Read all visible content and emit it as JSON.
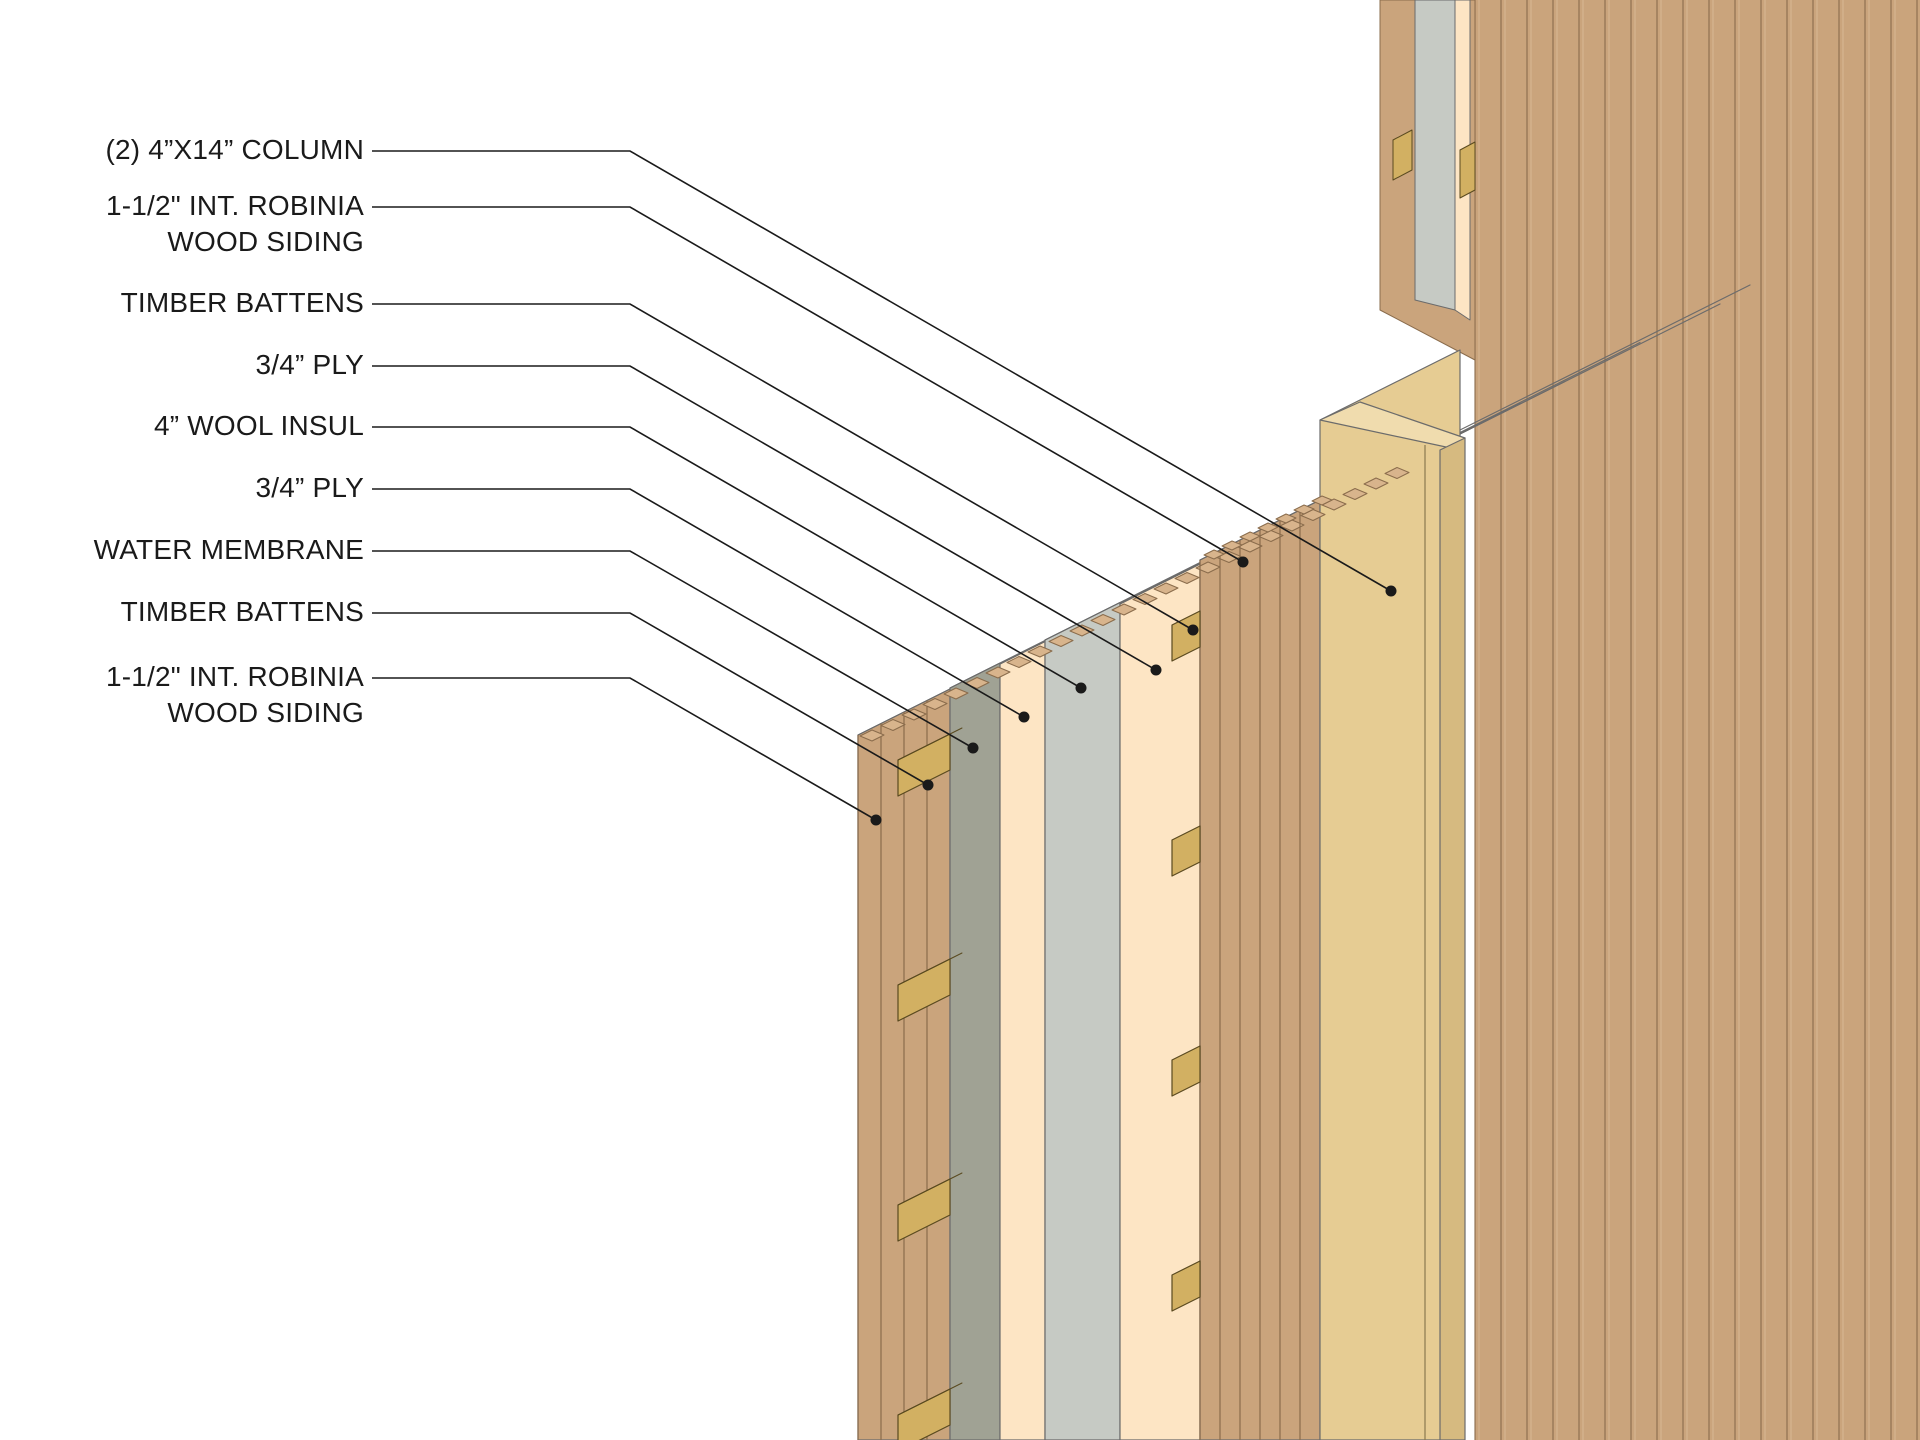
{
  "labels": [
    {
      "lines": [
        "(2) 4”X14” COLUMN"
      ]
    },
    {
      "lines": [
        "1-1/2\" INT. ROBINIA",
        "WOOD SIDING"
      ]
    },
    {
      "lines": [
        "TIMBER BATTENS"
      ]
    },
    {
      "lines": [
        "3/4” PLY"
      ]
    },
    {
      "lines": [
        "4” WOOL INSUL"
      ]
    },
    {
      "lines": [
        "3/4” PLY"
      ]
    },
    {
      "lines": [
        "WATER MEMBRANE"
      ]
    },
    {
      "lines": [
        "TIMBER BATTENS"
      ]
    },
    {
      "lines": [
        "1-1/2\" INT. ROBINIA",
        "WOOD SIDING"
      ]
    }
  ],
  "colors": {
    "siding": "#caa47c",
    "siding_edge": "#8a6c4c",
    "batten": "#d2b062",
    "membrane": "#a0a294",
    "ply": "#fde5c4",
    "insulation": "#c6cac4",
    "column": "#e6cc93",
    "leader": "#1a1a1a"
  }
}
